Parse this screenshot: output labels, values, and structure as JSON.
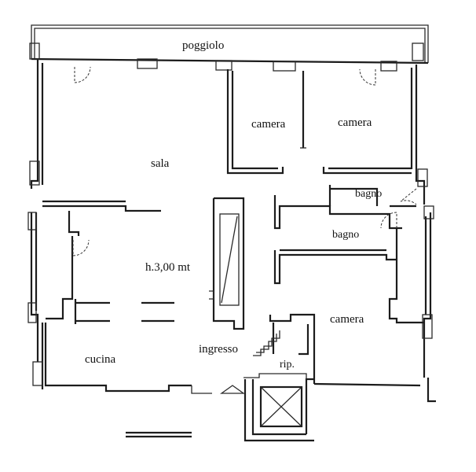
{
  "rooms": {
    "balcony": "poggiolo",
    "bedroom_1": "camera",
    "bedroom_2": "camera",
    "living": "sala",
    "bath_1": "bagno",
    "bath_2": "bagno",
    "height": "h.3,00 mt",
    "bedroom_3": "camera",
    "entrance": "ingresso",
    "kitchen": "cucina",
    "storage": "rip."
  }
}
